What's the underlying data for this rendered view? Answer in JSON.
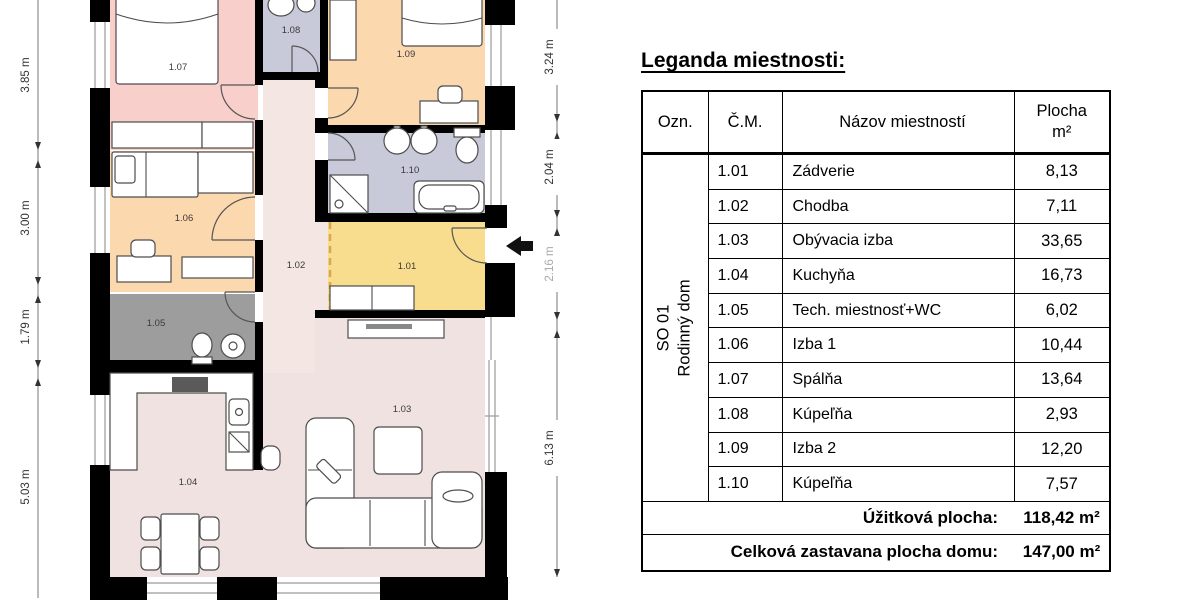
{
  "plan": {
    "room_labels": {
      "r101": "1.01",
      "r102": "1.02",
      "r103": "1.03",
      "r104": "1.04",
      "r105": "1.05",
      "r106": "1.06",
      "r107": "1.07",
      "r108": "1.08",
      "r109": "1.09",
      "r110": "1.10"
    },
    "dimensions_left": [
      "3.85 m",
      "3.00 m",
      "1.79 m",
      "5.03 m"
    ],
    "dimensions_right": [
      "3.24 m",
      "2.04 m",
      "2.16 m",
      "6.13 m"
    ],
    "colors": {
      "bedroom_pink": "#f8cfca",
      "room_peach": "#fbd8ae",
      "bath_lavender": "#c8c9d9",
      "entry_yellow": "#f8dd8e",
      "tech_gray": "#9d9d9d",
      "corridor_pink": "#f3e6e3",
      "living_pink": "#f0e2e0",
      "wall_black": "#000000"
    }
  },
  "legend": {
    "heading": "Leganda miestnosti:",
    "columns": {
      "ozn": "Ozn.",
      "cm": "Č.M.",
      "nazov": "Názov miestností",
      "plocha1": "Plocha",
      "plocha2": "m²"
    },
    "building": {
      "line1": "SO 01",
      "line2": "Rodinný dom"
    },
    "rows": [
      {
        "code": "1.01",
        "name": "Zádverie",
        "area": "8,13"
      },
      {
        "code": "1.02",
        "name": "Chodba",
        "area": "7,11"
      },
      {
        "code": "1.03",
        "name": "Obývacia izba",
        "area": "33,65"
      },
      {
        "code": "1.04",
        "name": "Kuchyňa",
        "area": "16,73"
      },
      {
        "code": "1.05",
        "name": "Tech. miestnosť+WC",
        "area": "6,02"
      },
      {
        "code": "1.06",
        "name": "Izba 1",
        "area": "10,44"
      },
      {
        "code": "1.07",
        "name": "Spálňa",
        "area": "13,64"
      },
      {
        "code": "1.08",
        "name": "Kúpeľňa",
        "area": "2,93"
      },
      {
        "code": "1.09",
        "name": "Izba 2",
        "area": "12,20"
      },
      {
        "code": "1.10",
        "name": "Kúpeľňa",
        "area": "7,57"
      }
    ],
    "totals": [
      {
        "label": "Úžitková plocha:",
        "value": "118,42 m²"
      },
      {
        "label": "Celková zastavana plocha domu:",
        "value": "147,00 m²"
      }
    ]
  }
}
